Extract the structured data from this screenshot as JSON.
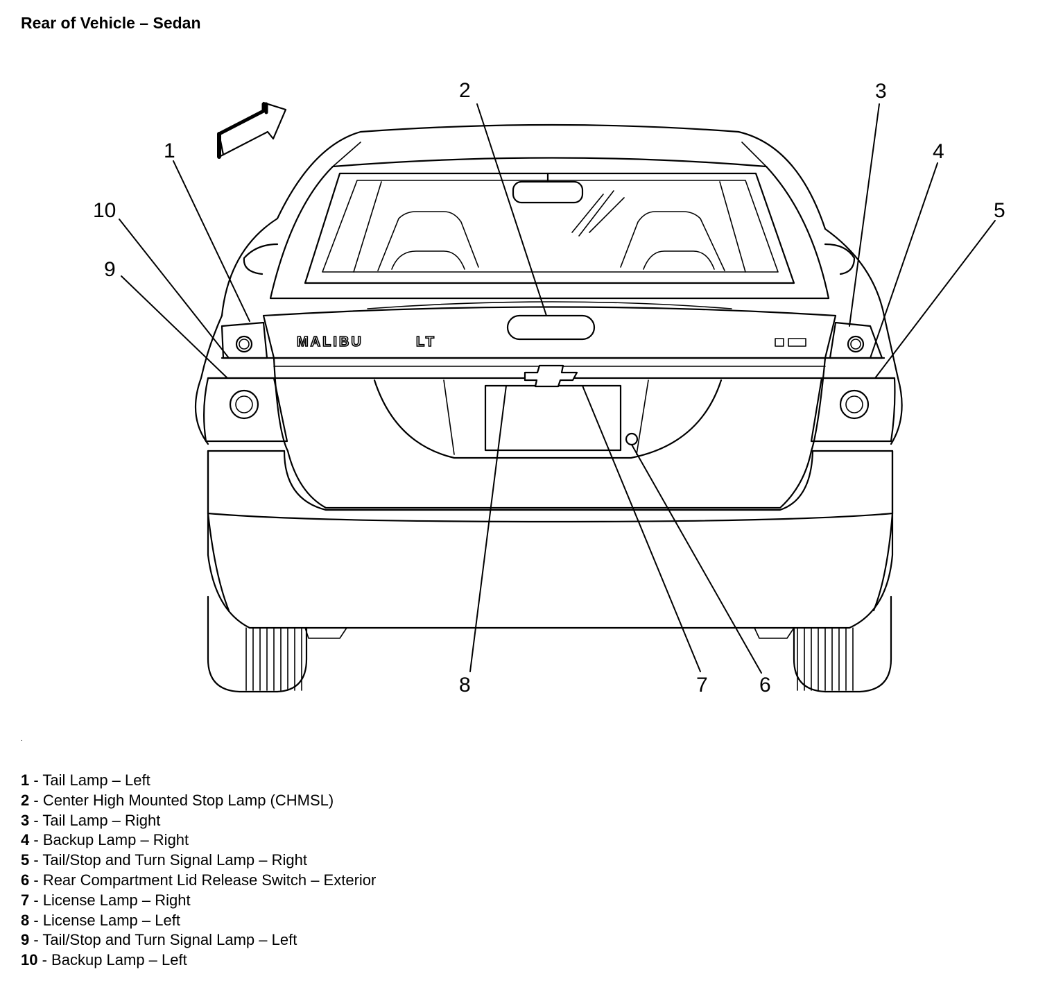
{
  "title": "Rear of Vehicle – Sedan",
  "callouts": [
    "1",
    "2",
    "3",
    "4",
    "5",
    "6",
    "7",
    "8",
    "9",
    "10"
  ],
  "badge": {
    "model": "MALIBU",
    "trim": "LT"
  },
  "stray_mark": ".",
  "legend": [
    {
      "num": "1",
      "sep": " - ",
      "text": "Tail Lamp – Left"
    },
    {
      "num": "2",
      "sep": " - ",
      "text": "Center High Mounted Stop Lamp (CHMSL)"
    },
    {
      "num": "3",
      "sep": " - ",
      "text": "Tail Lamp – Right"
    },
    {
      "num": "4",
      "sep": " - ",
      "text": "Backup Lamp – Right"
    },
    {
      "num": "5",
      "sep": " - ",
      "text": "Tail/Stop and Turn Signal Lamp – Right"
    },
    {
      "num": "6",
      "sep": " - ",
      "text": "Rear Compartment Lid Release Switch – Exterior"
    },
    {
      "num": "7",
      "sep": " - ",
      "text": "License Lamp – Right"
    },
    {
      "num": "8",
      "sep": " - ",
      "text": "License Lamp – Left"
    },
    {
      "num": "9",
      "sep": " - ",
      "text": "Tail/Stop and Turn Signal Lamp – Left"
    },
    {
      "num": "10",
      "sep": " - ",
      "text": "Backup Lamp – Left"
    }
  ]
}
